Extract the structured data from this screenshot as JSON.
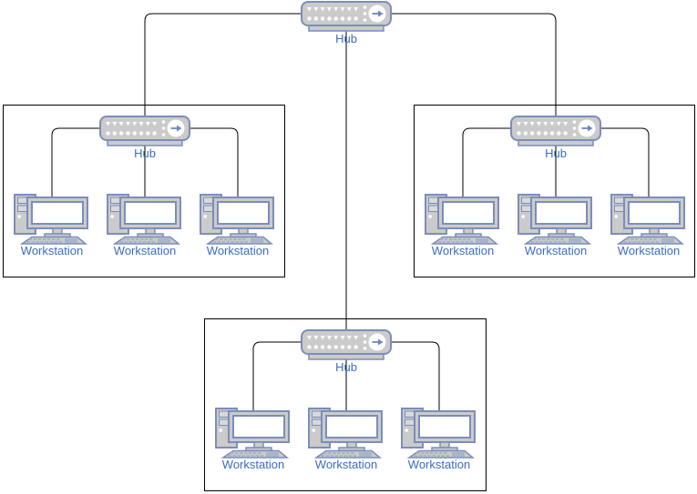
{
  "diagram_type": "network-topology",
  "colors": {
    "shape_stroke": "#7b8dbb",
    "shape_fill": "#cbcbcb",
    "slot_fill": "#d9d9d9",
    "screen_fill": "#ffffff",
    "key_fill": "#a9b4cc",
    "arrow_color": "#6d87c0",
    "label_color": "#3b6bc6",
    "connector_color": "#000000",
    "box_stroke": "#000000",
    "canvas_bg": "#ffffff"
  },
  "root_hub": {
    "label": "Hub"
  },
  "groups": [
    {
      "position": "left",
      "hub": {
        "label": "Hub"
      },
      "workstations": [
        {
          "label": "Workstation"
        },
        {
          "label": "Workstation"
        },
        {
          "label": "Workstation"
        }
      ]
    },
    {
      "position": "right",
      "hub": {
        "label": "Hub"
      },
      "workstations": [
        {
          "label": "Workstation"
        },
        {
          "label": "Workstation"
        },
        {
          "label": "Workstation"
        }
      ]
    },
    {
      "position": "bottom",
      "hub": {
        "label": "Hub"
      },
      "workstations": [
        {
          "label": "Workstation"
        },
        {
          "label": "Workstation"
        },
        {
          "label": "Workstation"
        }
      ]
    }
  ]
}
